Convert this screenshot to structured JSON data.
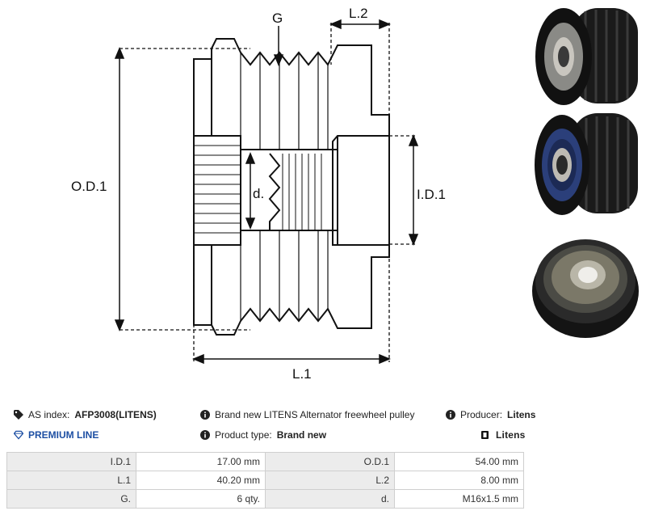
{
  "drawing": {
    "labels": {
      "g": "G",
      "l2": "L.2",
      "od1": "O.D.1",
      "d": "d.",
      "id1": "I.D.1",
      "l1": "L.1"
    }
  },
  "info": {
    "as_index_label": "AS index:",
    "as_index_value": "AFP3008(LITENS)",
    "description": "Brand new LITENS Alternator freewheel pulley",
    "producer_label": "Producer:",
    "producer_value": "Litens",
    "premium_line": "PREMIUM LINE",
    "product_type_label": "Product type:",
    "product_type_value": "Brand new",
    "brand_logo": "Litens"
  },
  "specs": [
    {
      "label1": "I.D.1",
      "value1": "17.00 mm",
      "label2": "O.D.1",
      "value2": "54.00 mm"
    },
    {
      "label1": "L.1",
      "value1": "40.20 mm",
      "label2": "L.2",
      "value2": "8.00 mm"
    },
    {
      "label1": "G.",
      "value1": "6 qty.",
      "label2": "d.",
      "value2": "M16x1.5 mm"
    }
  ],
  "icons": [
    "tag-icon",
    "info-icon",
    "diamond-icon"
  ],
  "colors": {
    "premium": "#1d4fa3",
    "table_label_bg": "#ececec",
    "table_border": "#cfcfcf"
  }
}
